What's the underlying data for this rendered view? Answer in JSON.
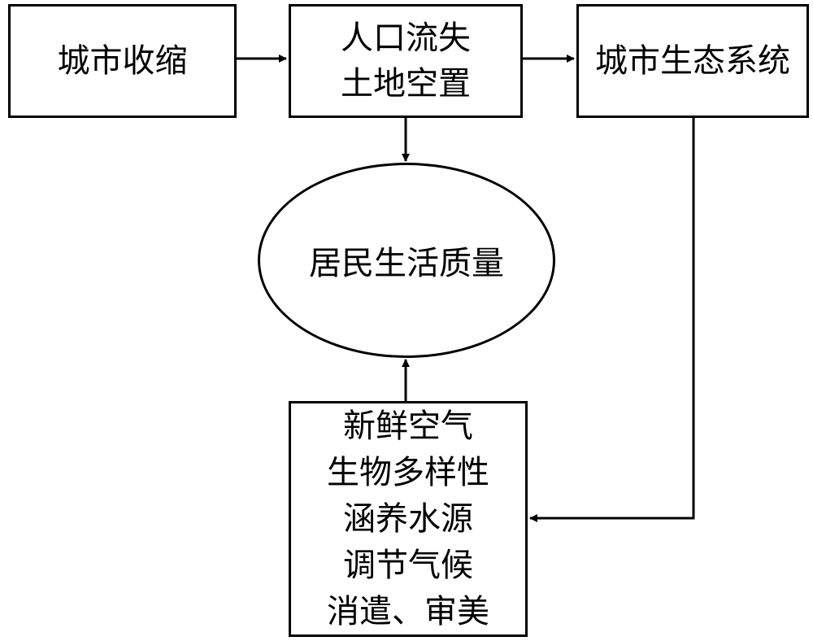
{
  "nodes": {
    "urban_shrinkage": "城市收缩",
    "population_land": [
      "人口流失",
      "土地空置"
    ],
    "urban_ecosystem": "城市生态系统",
    "quality_of_life": "居民生活质量",
    "ecosystem_services": [
      "新鲜空气",
      "生物多样性",
      "涵养水源",
      "调节气候",
      "消遣、审美"
    ]
  }
}
